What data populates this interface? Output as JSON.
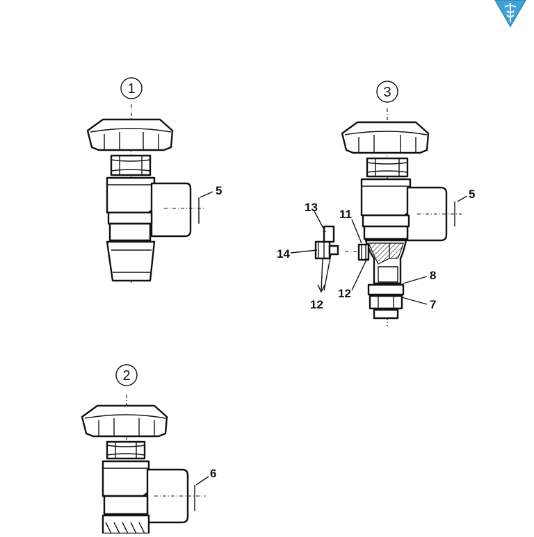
{
  "logo": {
    "icon": "caduceus-shield-icon",
    "color": "#3fa3d8"
  },
  "views": [
    {
      "id": "view-1",
      "label": "1"
    },
    {
      "id": "view-2",
      "label": "2"
    },
    {
      "id": "view-3",
      "label": "3"
    }
  ],
  "callouts": {
    "view1": {
      "c5": "5"
    },
    "view2": {
      "c6": "6"
    },
    "view3": {
      "c5": "5",
      "c7": "7",
      "c8": "8",
      "c11": "11",
      "c12a": "12",
      "c12b": "12",
      "c13": "13",
      "c14": "14"
    }
  }
}
